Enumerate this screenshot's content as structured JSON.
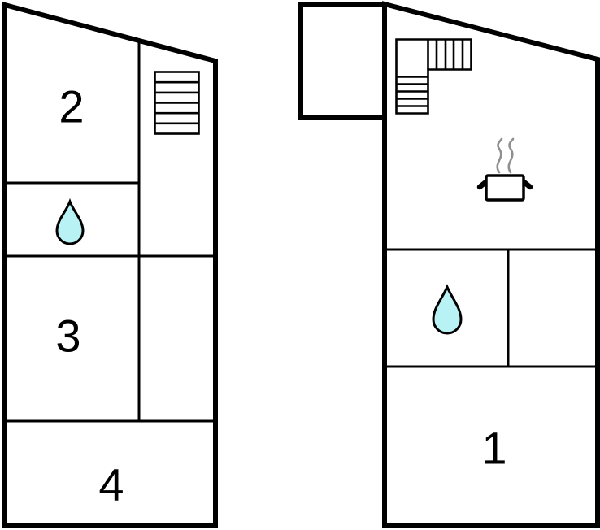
{
  "floorplan": {
    "background_color": "#ffffff",
    "wall_color": "#000000",
    "buildings": [
      {
        "id": "left-building",
        "rooms": [
          {
            "number": "2"
          },
          {
            "number": "3"
          },
          {
            "number": "4"
          }
        ],
        "features": [
          {
            "type": "staircase"
          },
          {
            "type": "water-drop",
            "fill": "#b8f2f4"
          }
        ]
      },
      {
        "id": "right-building",
        "rooms": [
          {
            "number": "1"
          }
        ],
        "features": [
          {
            "type": "staircase-l-shaped"
          },
          {
            "type": "cooking-pot",
            "steam_color": "#8f8f8f"
          },
          {
            "type": "water-drop",
            "fill": "#b8f2f4"
          }
        ]
      }
    ]
  }
}
